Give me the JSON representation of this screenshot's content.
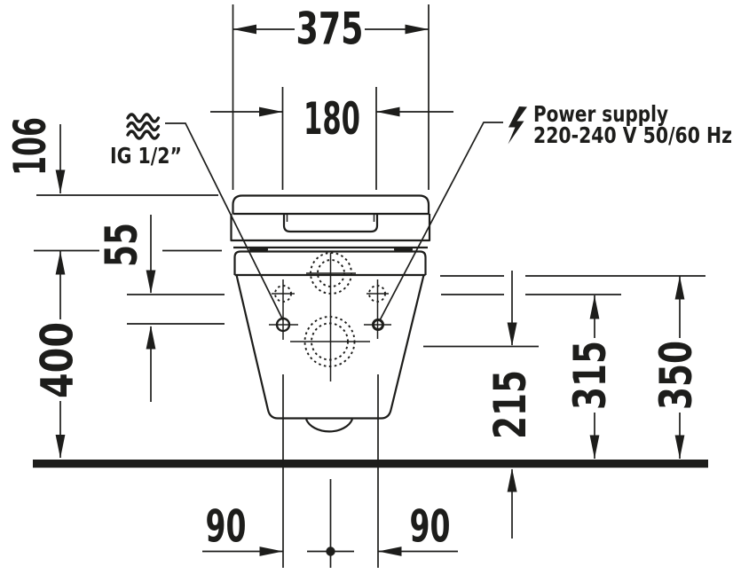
{
  "drawing": {
    "title": "wall-hung-toilet installation dimension drawing (front view)",
    "colors": {
      "ink": "#1d1d1b",
      "background": "#ffffff"
    },
    "dimensions": {
      "overall_width": "375",
      "fixing_hole_distance": "180",
      "seat_above_rim": "106",
      "connection_offset": "55",
      "rim_height": "400",
      "outlet_height": "215",
      "supply_height": "315",
      "top_connection_height": "350",
      "bottom_left_offset": "90",
      "bottom_right_offset": "90"
    },
    "annotations": {
      "water_supply": {
        "icon": "waves-icon",
        "label": "IG 1/2”"
      },
      "power_supply": {
        "icon": "lightning-bolt-icon",
        "line1": "Power supply",
        "line2": "220-240 V  50/60 Hz"
      }
    }
  }
}
